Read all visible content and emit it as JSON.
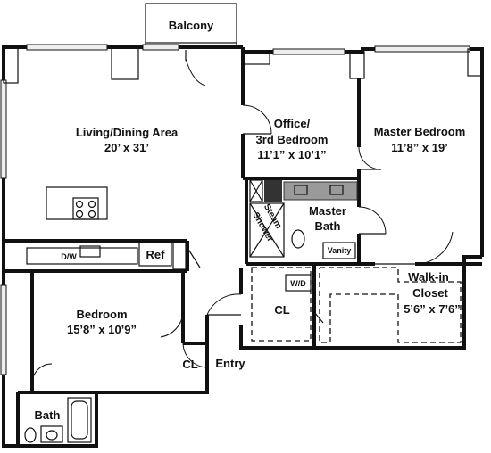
{
  "rooms": {
    "balcony": {
      "label": "Balcony"
    },
    "living_dining": {
      "label": "Living/Dining Area",
      "dims": "20’ x 31’"
    },
    "office": {
      "label_line1": "Office/",
      "label_line2": "3rd Bedroom",
      "dims": "11’1” x 10’1”"
    },
    "master_bedroom": {
      "label": "Master Bedroom",
      "dims": "11’8” x 19’"
    },
    "master_bath": {
      "label_line1": "Master",
      "label_line2": "Bath"
    },
    "steam_shower": {
      "label_line1": "Steam",
      "label_line2": "Shower"
    },
    "vanity": {
      "label": "Vanity"
    },
    "walk_in_closet": {
      "label_line1": "Walk-in",
      "label_line2": "Closet",
      "dims": "5’6” x 7’6”"
    },
    "bedroom": {
      "label": "Bedroom",
      "dims": "15’8” x 10’9”"
    },
    "bath": {
      "label": "Bath"
    },
    "entry": {
      "label": "Entry"
    }
  },
  "fixtures": {
    "ref": "Ref",
    "dw": "D/W",
    "wd": "W/D",
    "cl_laundry": "CL",
    "cl_entry": "CL"
  }
}
